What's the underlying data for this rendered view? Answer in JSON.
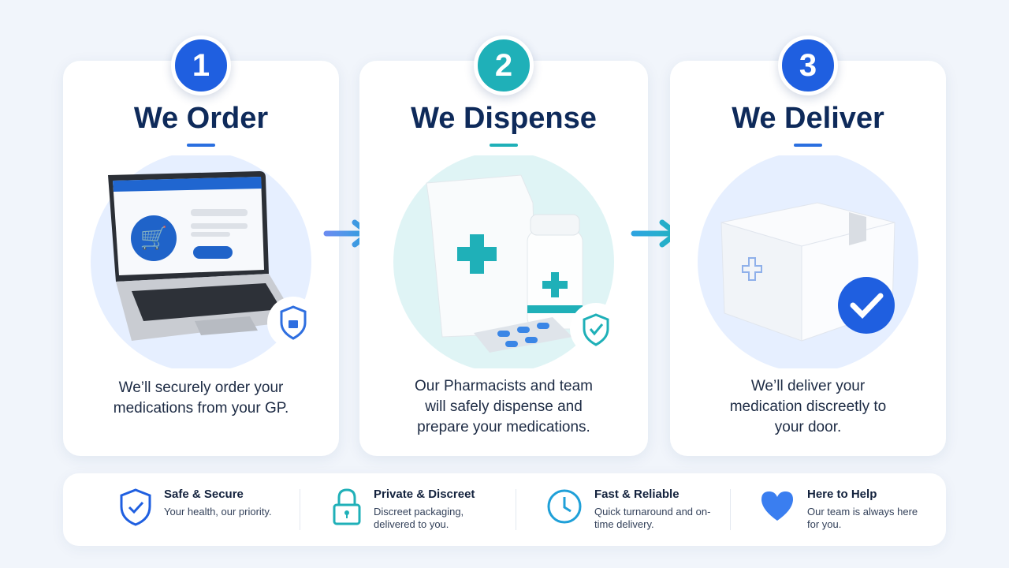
{
  "steps": [
    {
      "number": "1",
      "title": "We Order",
      "description": "We’ll securely order your medications from your GP.",
      "color": "#1f5fe0"
    },
    {
      "number": "2",
      "title": "We Dispense",
      "description": "Our Pharmacists and team will safely dispense and prepare your medications.",
      "color": "#1fb0b8"
    },
    {
      "number": "3",
      "title": "We Deliver",
      "description": "We’ll deliver your medication discreetly to your door.",
      "color": "#1f5fe0"
    }
  ],
  "features": [
    {
      "title": "Safe & Secure",
      "text": "Your health, our priority.",
      "icon": "shield-check-icon"
    },
    {
      "title": "Private & Discreet",
      "text": "Discreet packaging, delivered to you.",
      "icon": "lock-icon"
    },
    {
      "title": "Fast & Reliable",
      "text": "Quick turnaround and on-time delivery.",
      "icon": "clock-icon"
    },
    {
      "title": "Here to Help",
      "text": "Our team is always here for you.",
      "icon": "heart-icon"
    }
  ]
}
